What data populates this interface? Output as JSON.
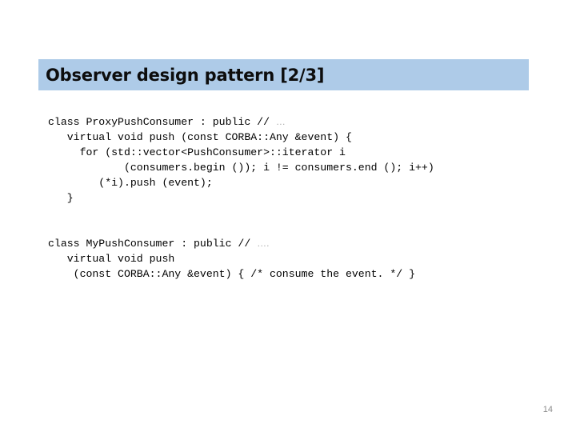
{
  "slide": {
    "title": "Observer design pattern [2/3]",
    "page_number": "14",
    "colors": {
      "title_banner": "#aecbe8",
      "title_text": "#0d0d0d",
      "code_text": "#000000",
      "ellipsis": "#a9a9a9",
      "page_number": "#8c8c8c",
      "background": "#ffffff"
    }
  },
  "code_blocks": [
    {
      "name": "proxy-push-consumer",
      "lines": [
        "class ProxyPushConsumer : public // ",
        "   virtual void push (const CORBA::Any &event) {",
        "     for (std::vector<PushConsumer>::iterator i",
        "            (consumers.begin ()); i != consumers.end (); i++)",
        "        (*i).push (event);",
        "   }"
      ],
      "trailing_ellipsis_line": 0
    },
    {
      "name": "my-push-consumer",
      "lines": [
        "class MyPushConsumer : public // ",
        "   virtual void push",
        "    (const CORBA::Any &event) { /* consume the event. */ }"
      ],
      "trailing_ellipsis_line": 0
    }
  ],
  "ellipsis_glyphs": {
    "block_one": "…",
    "block_two": "…."
  }
}
